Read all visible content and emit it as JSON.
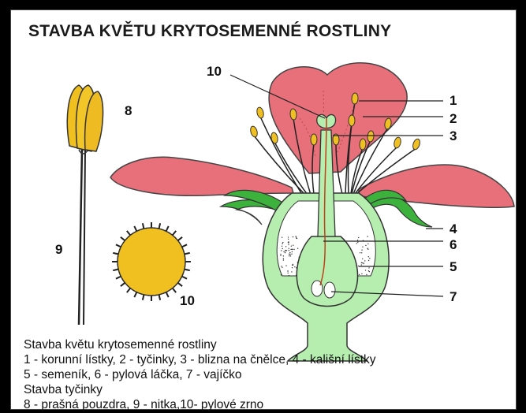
{
  "title": "STAVBA KVĚTU KRYTOSEMENNÉ ROSTLINY",
  "labels": {
    "l1": "1",
    "l2": "2",
    "l3": "3",
    "l4": "4",
    "l5": "5",
    "l6": "6",
    "l7": "7",
    "l8": "8",
    "l9": "9",
    "l10a": "10",
    "l10b": "10"
  },
  "legend": {
    "heading1": "Stavba květu krytosemenné rostliny",
    "n1": "1",
    "t1": " - korunní lístky, ",
    "n2": "2",
    "t2": " - tyčinky, ",
    "n3": "3",
    "t3": " - blizna na čnělce, ",
    "n4": "4",
    "t4": " - kališní lístky",
    "n5": "5",
    "t5": " - semeník, ",
    "n6": "6",
    "t6": " - pylová láčka, ",
    "n7": "7",
    "t7": " - vajíčko",
    "heading2": "Stavba tyčinky",
    "n8": "8",
    "t8": " - prašná pouzdra, ",
    "n9": "9",
    "t9": " - nitka,",
    "n10": "10",
    "t10": "- pylové zrno"
  },
  "colors": {
    "petal": "#e8707a",
    "sepal": "#3cb23c",
    "receptacle": "#b6eeb0",
    "anther": "#f0c020",
    "pollen": "#f0c020"
  }
}
